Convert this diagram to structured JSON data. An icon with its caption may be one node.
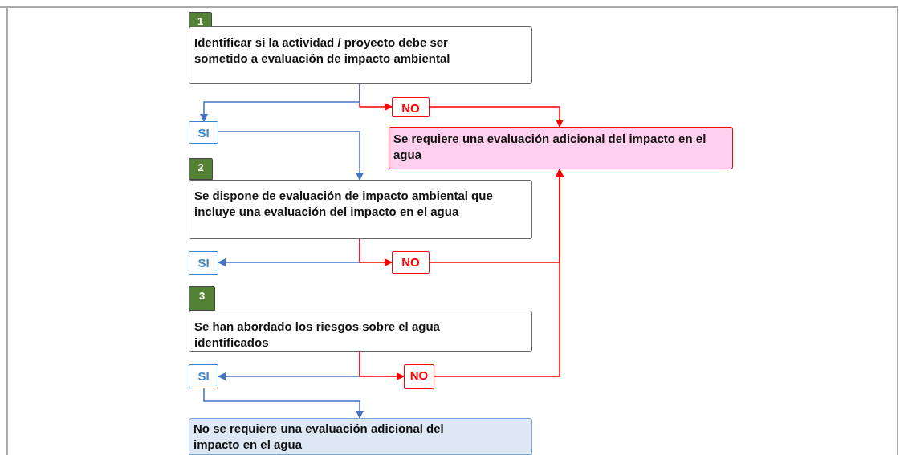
{
  "diagram": {
    "nodes": [
      {
        "text": [
          "1"
        ]
      },
      {
        "text": [
          "Identificar si la actividad / proyecto debe ser sometido a evaluación de impacto ambiental"
        ]
      },
      {
        "text": [
          "NO"
        ]
      },
      {
        "text": [
          "SI"
        ]
      },
      {
        "text": [
          "Se requiere una evaluación adicional del impacto en el agua"
        ]
      },
      {
        "text": [
          "2"
        ]
      },
      {
        "text": [
          "Se dispone de evaluación de impacto ambiental que incluye una evaluación del impacto en el agua"
        ]
      },
      {
        "text": [
          "SI"
        ]
      },
      {
        "text": [
          "NO"
        ]
      },
      {
        "text": [
          "3"
        ]
      },
      {
        "text": [
          "Se han abordado los riesgos sobre el agua identificados"
        ]
      },
      {
        "text": [
          "SI"
        ]
      },
      {
        "text": [
          "NO"
        ]
      },
      {
        "text": [
          "No se requiere una evaluación adicional del impacto en el agua"
        ]
      }
    ],
    "edges": [
      {
        "from": 1,
        "to": 2,
        "arrow": "to",
        "color": "#ff0000"
      },
      {
        "from": 1,
        "to": 3,
        "arrow": "to",
        "color": "#4472c4"
      },
      {
        "from": 2,
        "to": 4,
        "arrow": "to",
        "color": "#ff0000"
      },
      {
        "from": 3,
        "to": 6,
        "arrow": "to",
        "color": "#4472c4"
      },
      {
        "from": 6,
        "to": 7,
        "arrow": "to",
        "color": "#4472c4"
      },
      {
        "from": 6,
        "to": 8,
        "arrow": "to",
        "color": "#ff0000"
      },
      {
        "from": 8,
        "to": 4,
        "arrow": "to",
        "color": "#ff0000"
      },
      {
        "from": 10,
        "to": 11,
        "arrow": "to",
        "color": "#4472c4"
      },
      {
        "from": 10,
        "to": 12,
        "arrow": "to",
        "color": "#ff0000"
      },
      {
        "from": 12,
        "to": 4,
        "arrow": "to",
        "color": "#ff0000"
      },
      {
        "from": 11,
        "to": 13,
        "arrow": "to",
        "color": "#4472c4"
      }
    ]
  }
}
